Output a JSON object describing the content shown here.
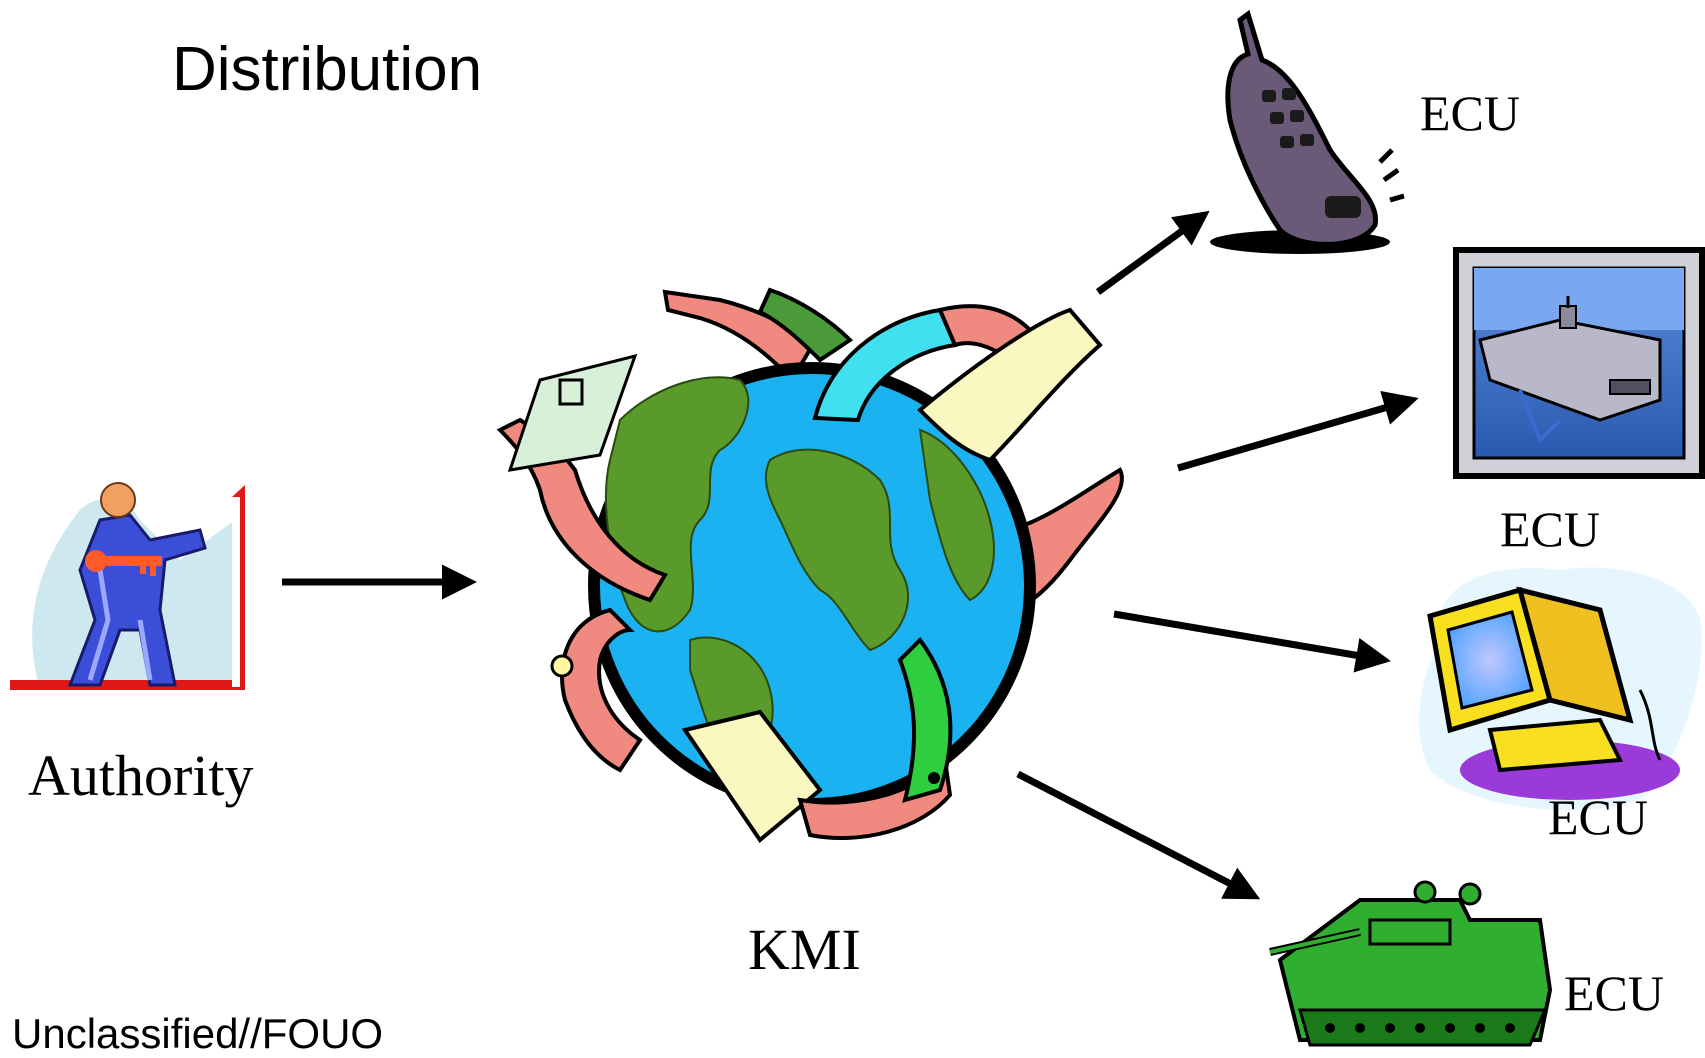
{
  "title": "Distribution",
  "footer": "Unclassified//FOUO",
  "nodes": {
    "authority": {
      "label": "Authority",
      "icon": "person-with-key-icon"
    },
    "kmi": {
      "label": "KMI",
      "icon": "globe-with-hands-icon"
    },
    "ecu_phone": {
      "label": "ECU",
      "icon": "cell-phone-icon"
    },
    "ecu_ship": {
      "label": "ECU",
      "icon": "aircraft-carrier-icon"
    },
    "ecu_computer": {
      "label": "ECU",
      "icon": "computer-icon"
    },
    "ecu_tank": {
      "label": "ECU",
      "icon": "tank-icon"
    }
  },
  "edges": [
    {
      "from": "authority",
      "to": "kmi"
    },
    {
      "from": "kmi",
      "to": "ecu_phone"
    },
    {
      "from": "kmi",
      "to": "ecu_ship"
    },
    {
      "from": "kmi",
      "to": "ecu_computer"
    },
    {
      "from": "kmi",
      "to": "ecu_tank"
    }
  ],
  "colors": {
    "ocean": "#1ab2f0",
    "land": "#5a9a2a",
    "arrow": "#000000",
    "tank": "#2fae2f",
    "door": "#e01818"
  }
}
